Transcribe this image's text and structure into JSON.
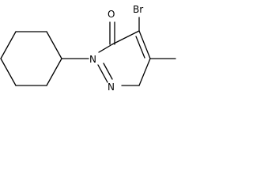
{
  "molecule": {
    "atoms": {
      "bromine": "Br",
      "oxygen": "O",
      "nitrogen_ring_n2": "N",
      "nitrogen_ring_n1": "N"
    }
  },
  "colors": {
    "background": "#ffffff",
    "bond": "#000000",
    "label": "#000000"
  }
}
